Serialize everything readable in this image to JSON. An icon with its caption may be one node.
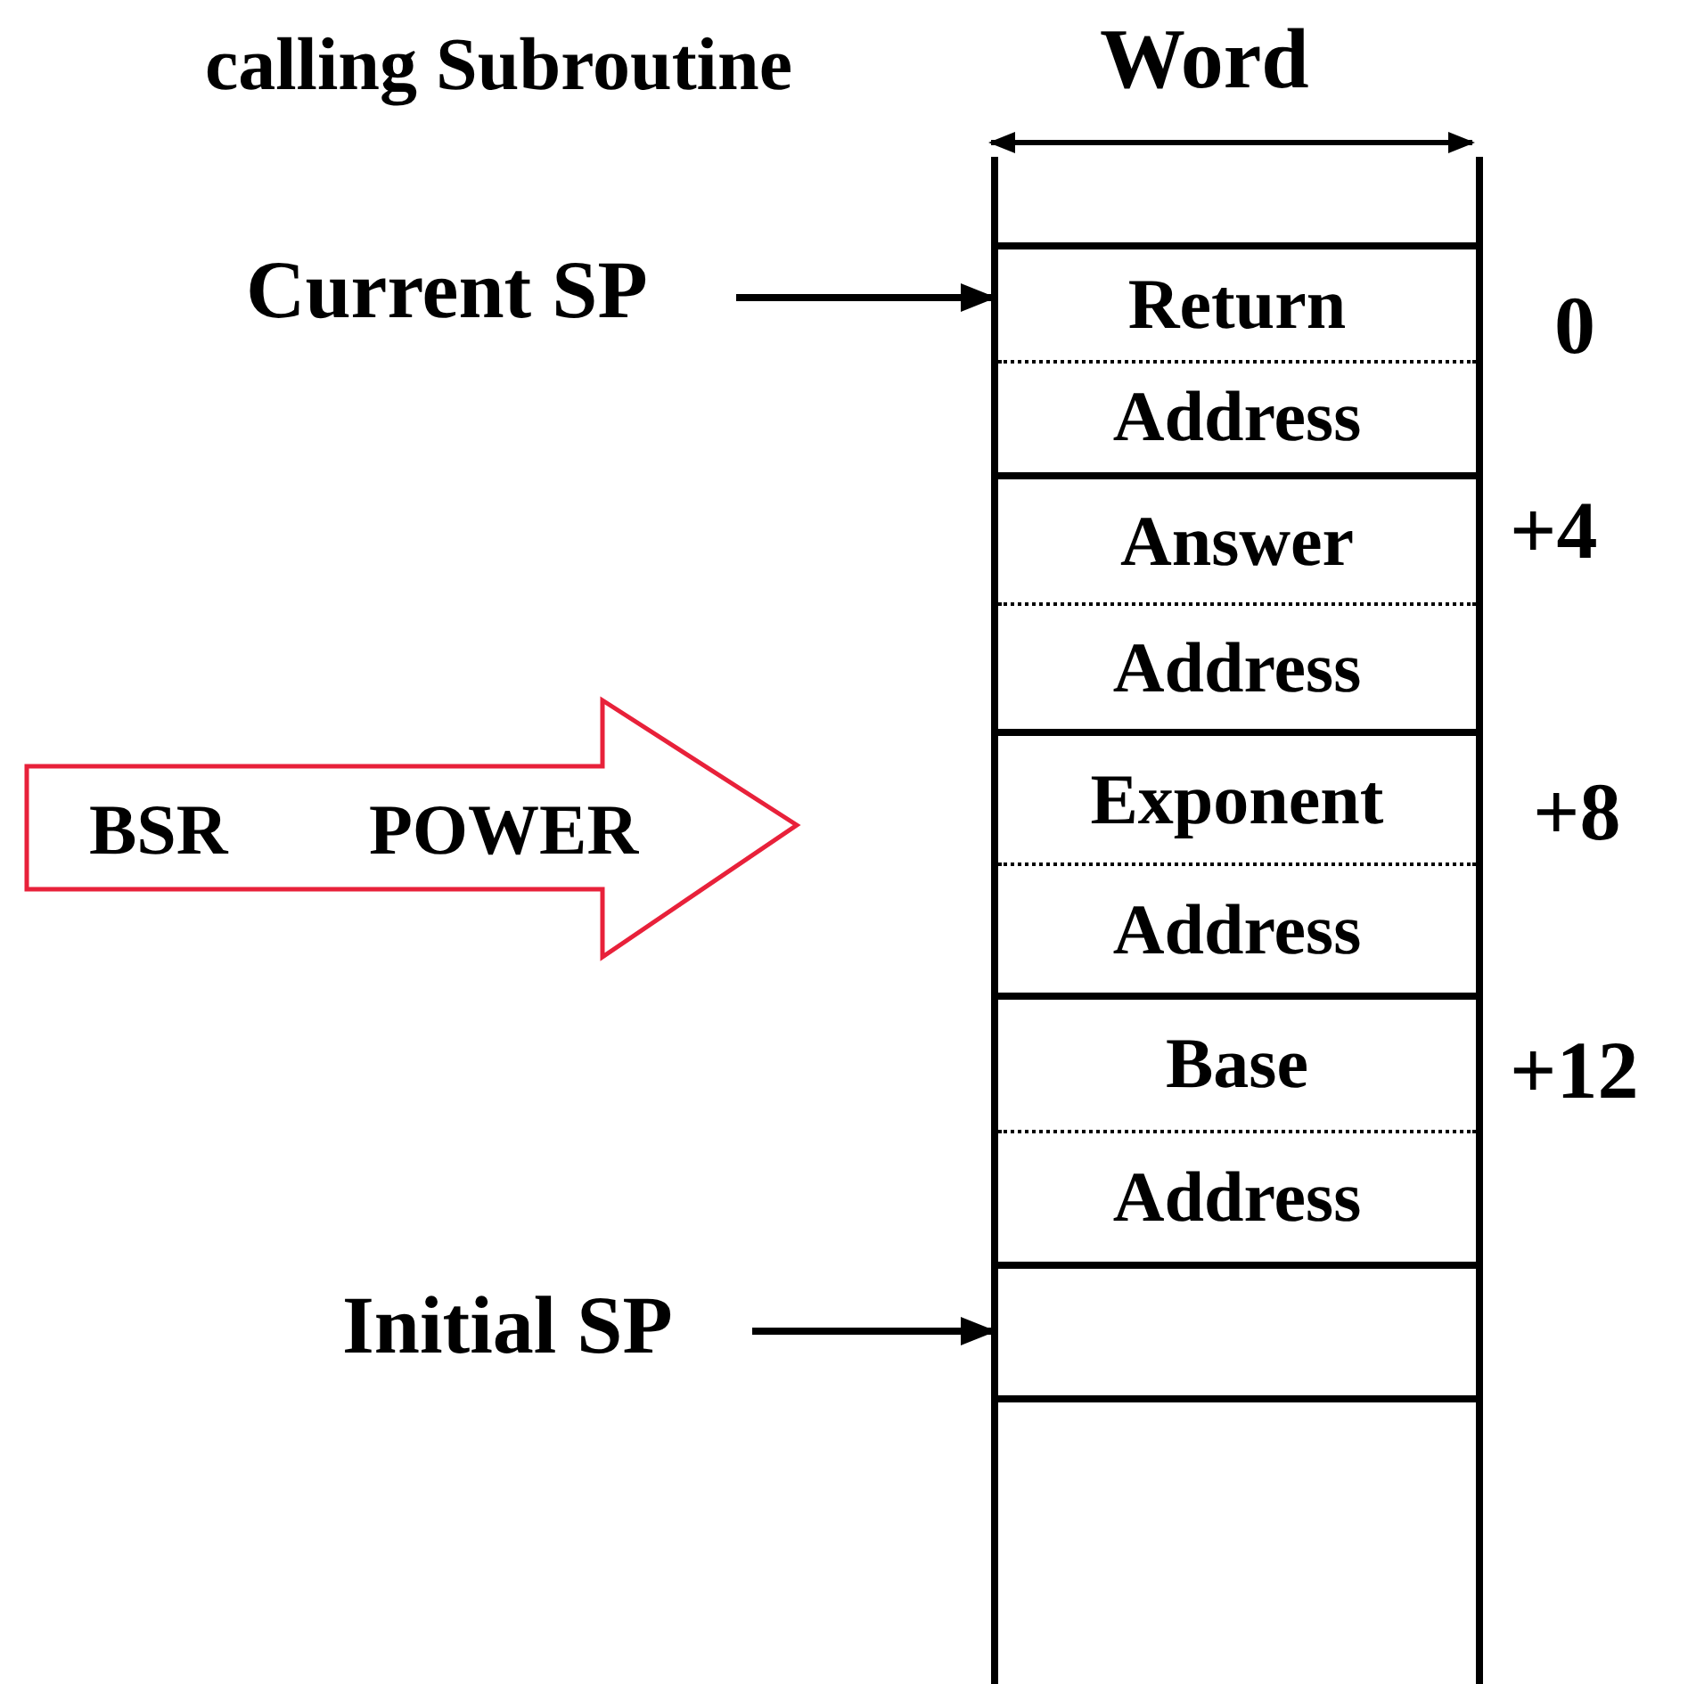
{
  "diagram": {
    "nodes": [
      {
        "text": [
          "Current SP"
        ]
      },
      {
        "text": [
          "Return",
          "Address"
        ]
      },
      {
        "text": [
          "Answer",
          "Address"
        ]
      },
      {
        "text": [
          "Exponent",
          "Address"
        ]
      },
      {
        "text": [
          "Base",
          "Address"
        ]
      },
      {
        "text": [
          "Initial SP"
        ]
      },
      {
        "text": [],
        "shape": "box"
      },
      {
        "text": [
          "BSR",
          "POWER"
        ]
      }
    ],
    "edges": [
      {
        "from": 0,
        "to": 1,
        "arrow": "to"
      },
      {
        "from": 5,
        "to": 6,
        "arrow": "to"
      }
    ],
    "labels": [
      "calling Subroutine",
      "Word",
      "0",
      "+4",
      "+8",
      "+12"
    ]
  }
}
